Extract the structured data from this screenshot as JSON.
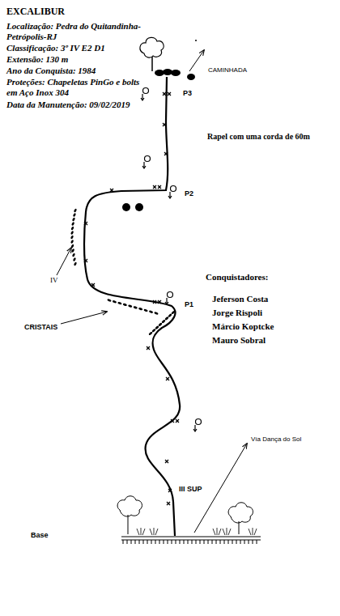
{
  "diagram": {
    "title": "EXCALIBUR",
    "labels": [
      "Localização: Pedra do Quitandinha-Petrópolis-RJ",
      "Classificação: 3º IV E2 D1",
      "Extensão: 130 m",
      "Ano da Conquista: 1984",
      "Proteções: Chapeletas PinGo e bolts em Aço Inox 304",
      "Data da Manutenção: 09/02/2019",
      "CAMINHADA",
      "P3",
      "Rapel com uma corda de 60m",
      "P2",
      "IV",
      "Conquistadores:",
      "Jeferson Costa",
      "Jorge Rispoli",
      "Márcio Koptcke",
      "Mauro Sobral",
      "P1",
      "CRISTAIS",
      "Vía Dança do Sol",
      "III SUP",
      "Base"
    ]
  }
}
